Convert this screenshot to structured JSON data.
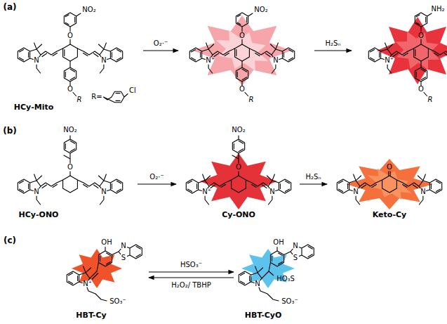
{
  "diagram": {
    "nodes": [
      {
        "text": [
          "NO₂",
          "O",
          "N",
          "N",
          "O",
          "R",
          "R=",
          "Cl",
          "HCy-Mito"
        ]
      },
      {
        "text": [
          "NO₂",
          "O",
          "N⁺",
          "N",
          "O",
          "R"
        ]
      },
      {
        "text": [
          "NH₂",
          "O",
          "N⁺",
          "O",
          "R"
        ]
      },
      {
        "text": [
          "NO₂",
          "O",
          "N",
          "N",
          "HCy-ONO"
        ]
      },
      {
        "text": [
          "NO₂",
          "O",
          "N⁺",
          "N",
          "Cy-ONO"
        ]
      },
      {
        "text": [
          "O",
          "N",
          "N",
          "Keto-Cy"
        ]
      },
      {
        "text": [
          "OH",
          "N",
          "S",
          "N⁺",
          "SO₃⁻",
          "HBT-Cy"
        ]
      },
      {
        "text": [
          "OH",
          "N",
          "S",
          "HO₃S",
          "N",
          "SO₃⁻",
          "HBT-CyO"
        ]
      }
    ],
    "edges": [
      {
        "from": 0,
        "to": 1,
        "label": "O₂·⁻",
        "arrow": "to"
      },
      {
        "from": 1,
        "to": 2,
        "label": "H₂Sₙ",
        "arrow": "to"
      },
      {
        "from": 3,
        "to": 4,
        "label": "O₂·⁻",
        "arrow": "to"
      },
      {
        "from": 4,
        "to": 5,
        "label": "H₂Sₙ",
        "arrow": "to"
      },
      {
        "from": 6,
        "to": 7,
        "label": "HSO₃⁻",
        "arrow": "to"
      },
      {
        "from": 7,
        "to": 6,
        "label": "H₂O₂/ TBHP",
        "arrow": "to"
      }
    ],
    "labels": [
      "(a)",
      "(b)",
      "(c)"
    ]
  }
}
